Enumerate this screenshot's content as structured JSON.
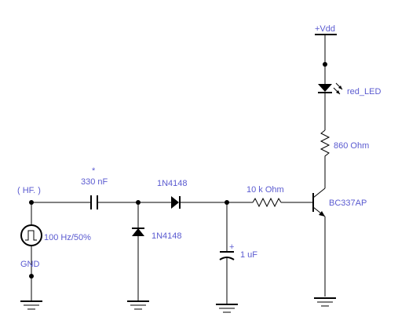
{
  "labels": {
    "vdd": "+Vdd",
    "led": "red_LED",
    "r_led": "860  Ohm",
    "hf": "( HF. )",
    "asterisk": "*",
    "cap_in": "330 nF",
    "diode_series": "1N4148",
    "diode_shunt": "1N4148",
    "r_base": "10 k Ohm",
    "transistor": "BC337AP",
    "source": "100 Hz/50%",
    "gnd": "GND",
    "cap_out": "1 uF",
    "cap_plus": "+"
  },
  "colors": {
    "label": "#5a5ad0",
    "wire": "#000000"
  }
}
